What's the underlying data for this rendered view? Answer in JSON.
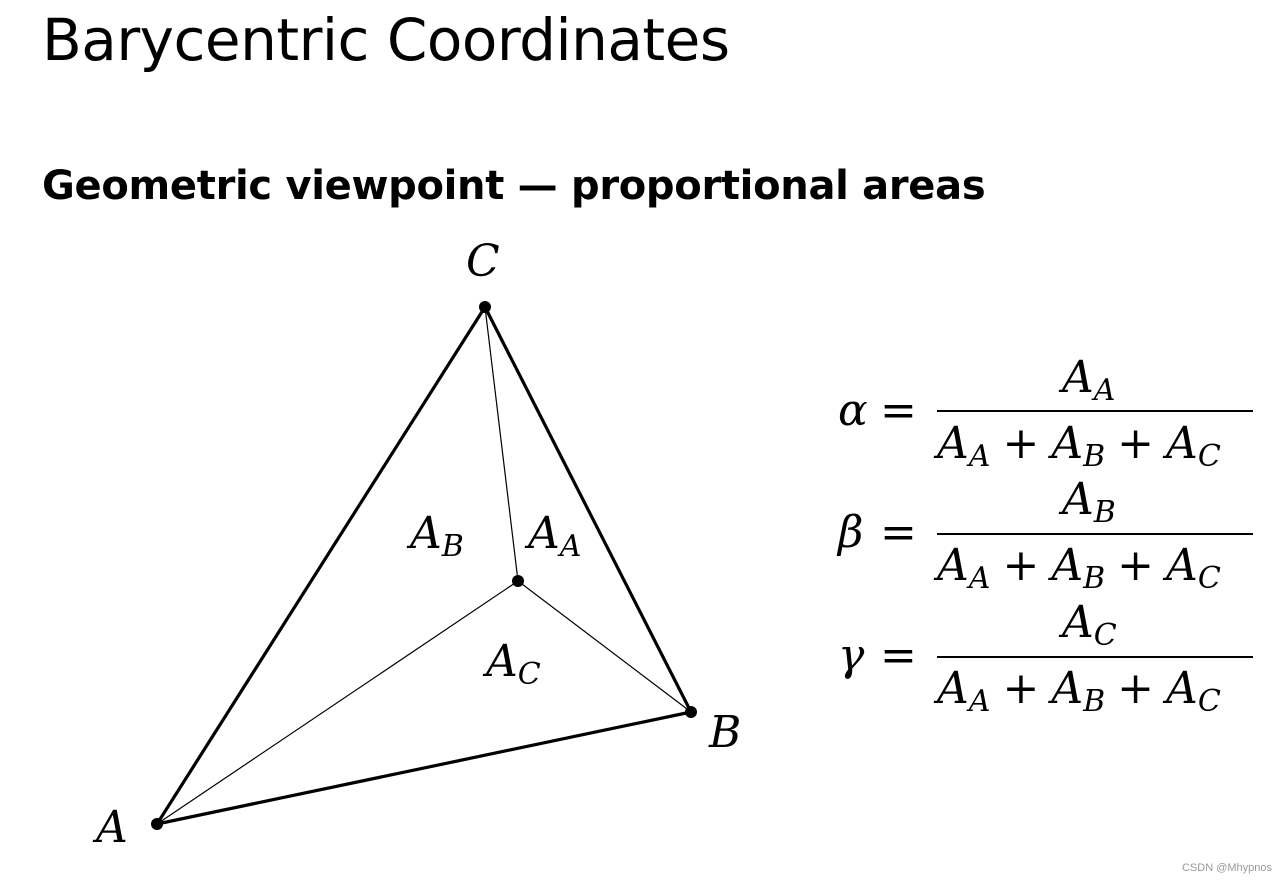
{
  "title": "Barycentric Coordinates",
  "subtitle": "Geometric viewpoint — proportional areas",
  "vertices": {
    "a": "A",
    "b": "B",
    "c": "C"
  },
  "regions": {
    "area_a": {
      "base": "A",
      "sub": "A"
    },
    "area_b": {
      "base": "A",
      "sub": "B"
    },
    "area_c": {
      "base": "A",
      "sub": "C"
    }
  },
  "equations": [
    {
      "symbol": "α",
      "equals": "=",
      "numerator": {
        "base": "A",
        "sub": "A"
      }
    },
    {
      "symbol": "β",
      "equals": "=",
      "numerator": {
        "base": "A",
        "sub": "B"
      }
    },
    {
      "symbol": "γ",
      "equals": "=",
      "numerator": {
        "base": "A",
        "sub": "C"
      }
    }
  ],
  "denominator": {
    "terms": [
      {
        "base": "A",
        "sub": "A"
      },
      {
        "base": "A",
        "sub": "B"
      },
      {
        "base": "A",
        "sub": "C"
      }
    ],
    "plus": "+"
  },
  "watermark": "CSDN @Mhypnos"
}
